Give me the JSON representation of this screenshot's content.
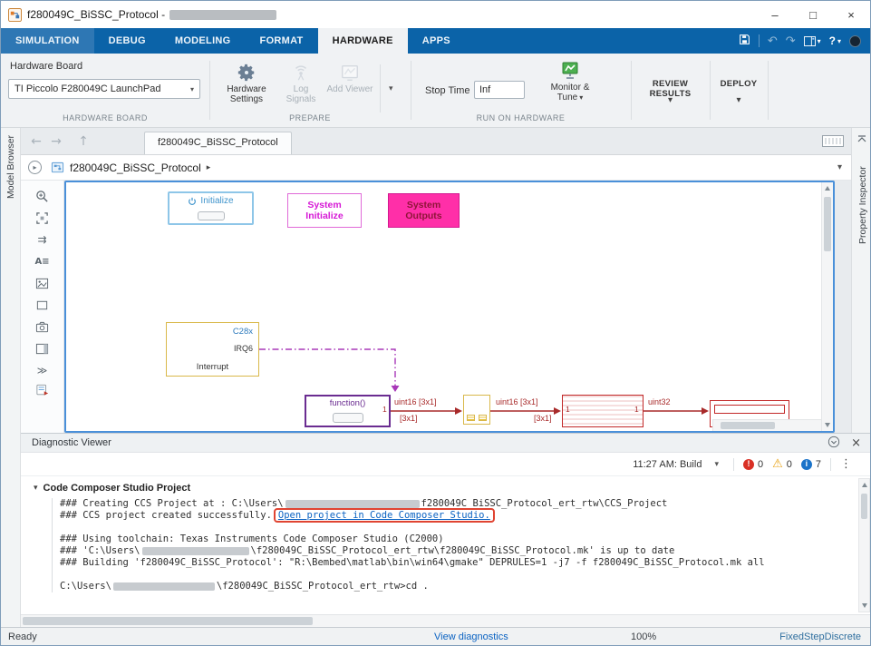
{
  "colors": {
    "accent": "#0b63a8",
    "accent_light": "#2e77b4",
    "link": "#0a62c2",
    "signal_red": "#a82a2a",
    "block_red": "#c22828",
    "magenta": "#d619d6",
    "pink_fill": "#ff2fa8",
    "pink_text": "#8e1538",
    "purple": "#6a2c91",
    "dash_purple": "#a838b8",
    "yellow": "#d9b84a",
    "init_blue": "#8ec6e8",
    "init_text": "#3f94cc",
    "error_red": "#d93025",
    "warn_yellow": "#e8a317",
    "info_blue": "#1a73c9"
  },
  "icons": {
    "dropdown": "▾",
    "undo": "↶",
    "redo": "↷",
    "back": "←",
    "forward": "→",
    "up": "↑",
    "crumb_arrow": "▸",
    "more": "≫",
    "kebab": "⋮",
    "warning": "⚠",
    "route": "⇉",
    "annotation": "A≡",
    "help": "?",
    "close": "×",
    "error_mark": "!",
    "info_mark": "i"
  },
  "window": {
    "title": "f280049C_BiSSC_Protocol -",
    "controls": {
      "minimize": "–",
      "maximize": "□",
      "close": "×"
    }
  },
  "tabs": {
    "items": [
      {
        "label": "SIMULATION"
      },
      {
        "label": "DEBUG"
      },
      {
        "label": "MODELING"
      },
      {
        "label": "FORMAT"
      },
      {
        "label": "HARDWARE"
      },
      {
        "label": "APPS"
      }
    ]
  },
  "ribbon": {
    "hardware_board": {
      "label": "Hardware Board",
      "value": "TI Piccolo F280049C LaunchPad",
      "caption": "HARDWARE BOARD"
    },
    "prepare": {
      "caption": "PREPARE",
      "buttons": [
        {
          "label": "Hardware Settings"
        },
        {
          "label": "Log Signals"
        },
        {
          "label": "Add Viewer"
        }
      ]
    },
    "run": {
      "caption": "RUN ON HARDWARE",
      "stop_time_label": "Stop Time",
      "stop_time_value": "Inf",
      "monitor_label": "Monitor & Tune"
    },
    "review_results": {
      "label": "REVIEW RESULTS"
    },
    "deploy": {
      "label": "DEPLOY"
    }
  },
  "side_panels": {
    "left_label": "Model Browser",
    "right_label": "Property Inspector"
  },
  "document": {
    "tab_title": "f280049C_BiSSC_Protocol",
    "breadcrumb": "f280049C_BiSSC_Protocol"
  },
  "canvas": {
    "blocks": {
      "initialize_label": "Initialize",
      "system_initialize_label": "System Initialize",
      "system_outputs_label": "System Outputs",
      "interrupt_chip": "C28x",
      "interrupt_irq": "IRQ6",
      "interrupt_label": "Interrupt",
      "function_label": "function()"
    },
    "ports": {
      "function_out": "1",
      "pack_in": "1",
      "pack_out": "1"
    },
    "signal_labels": {
      "s1": "uint16 [3x1]",
      "s1_dim": "[3x1]",
      "s2": "uint16 [3x1]",
      "s2_dim": "[3x1]",
      "s3": "uint32"
    }
  },
  "diagnostics": {
    "title": "Diagnostic Viewer",
    "build_selector": "11:27 AM: Build",
    "counts": {
      "errors": "0",
      "warnings": "0",
      "info": "7"
    },
    "section": "Code Composer Studio Project",
    "lines": [
      {
        "segments": [
          {
            "t": "text",
            "v": "### Creating CCS Project at : C:\\Users\\"
          },
          {
            "t": "redact",
            "w": 148
          },
          {
            "t": "text",
            "v": "f280049C_BiSSC_Protocol_ert_rtw\\CCS_Project"
          }
        ]
      },
      {
        "segments": [
          {
            "t": "text",
            "v": "### CCS project created successfully."
          },
          {
            "t": "link",
            "v": "Open project in Code Composer Studio.",
            "highlight": true
          }
        ]
      },
      {
        "segments": []
      },
      {
        "segments": [
          {
            "t": "text",
            "v": "### Using toolchain: Texas Instruments Code Composer Studio (C2000)"
          }
        ]
      },
      {
        "segments": [
          {
            "t": "text",
            "v": "### 'C:\\Users\\"
          },
          {
            "t": "redact",
            "w": 118
          },
          {
            "t": "text",
            "v": "\\f280049C_BiSSC_Protocol_ert_rtw\\f280049C_BiSSC_Protocol.mk' is up to date"
          }
        ]
      },
      {
        "segments": [
          {
            "t": "text",
            "v": "### Building 'f280049C_BiSSC_Protocol': \"R:\\Bembed\\matlab\\bin\\win64\\gmake\"  DEPRULES=1 -j7 -f f280049C_BiSSC_Protocol.mk all"
          }
        ]
      },
      {
        "segments": []
      },
      {
        "segments": [
          {
            "t": "text",
            "v": "C:\\Users\\"
          },
          {
            "t": "redact",
            "w": 112
          },
          {
            "t": "text",
            "v": "\\f280049C_BiSSC_Protocol_ert_rtw>cd ."
          }
        ]
      }
    ]
  },
  "status": {
    "ready": "Ready",
    "view_diagnostics": "View diagnostics",
    "zoom": "100%",
    "solver": "FixedStepDiscrete"
  }
}
